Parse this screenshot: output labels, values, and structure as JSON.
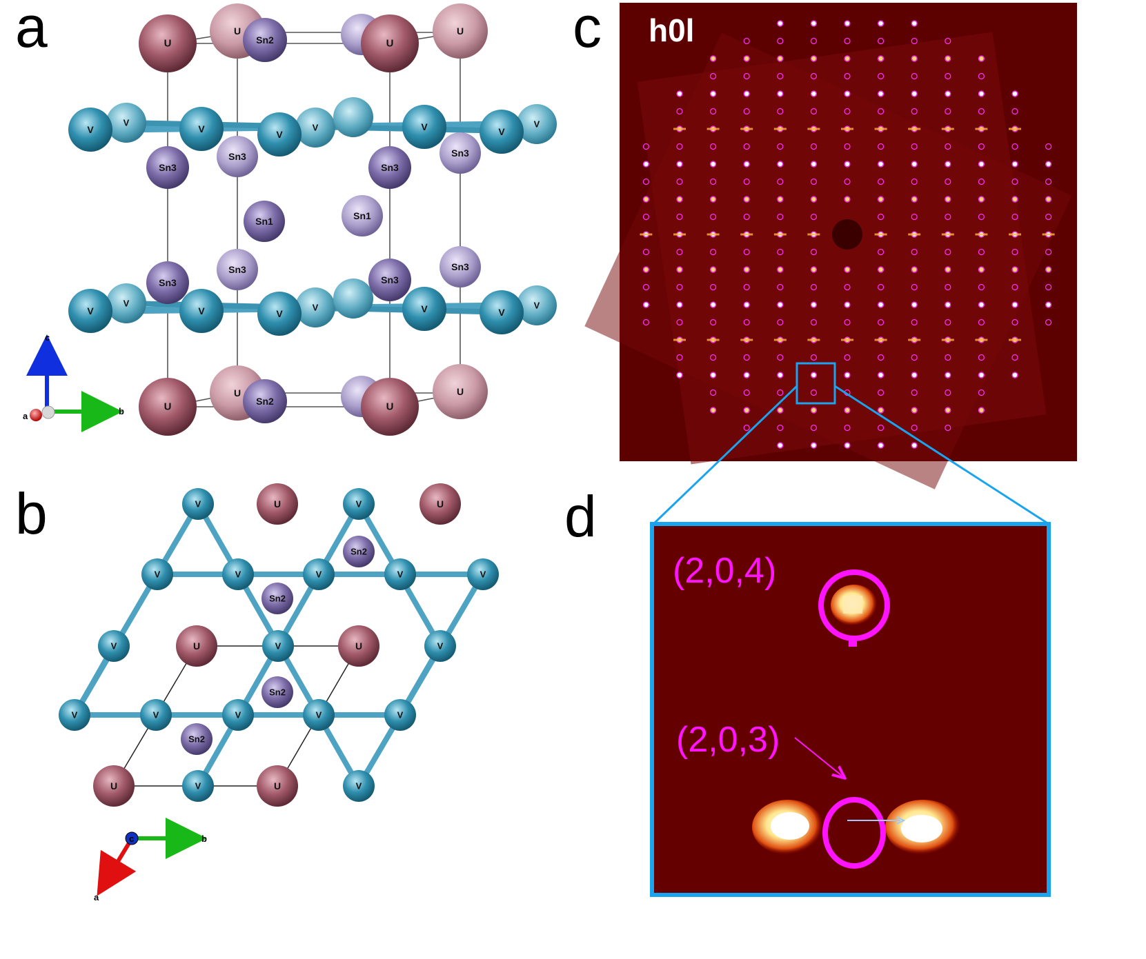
{
  "panels": {
    "a": {
      "label": "a"
    },
    "b": {
      "label": "b"
    },
    "c": {
      "label": "c",
      "plane": "h0l"
    },
    "d": {
      "label": "d",
      "spot_upper": "(2,0,4)",
      "spot_lower": "(2,0,3)"
    }
  },
  "atoms": {
    "U": "U",
    "V": "V",
    "Sn1": "Sn1",
    "Sn2": "Sn2",
    "Sn3": "Sn3"
  },
  "axes": {
    "a": "a",
    "b": "b",
    "c": "c"
  },
  "colors": {
    "U": "#9a5060",
    "U_back": "#c98f9b",
    "V": "#2b87a6",
    "V_back": "#5ea9c0",
    "Sn_dark": "#7a6aa6",
    "Sn_light": "#a89cc8",
    "bond": "#4fa3c2",
    "diffraction_bg": "#5a0000",
    "highlight_box": "#1aa3ef",
    "marker": "#ff14ff"
  }
}
